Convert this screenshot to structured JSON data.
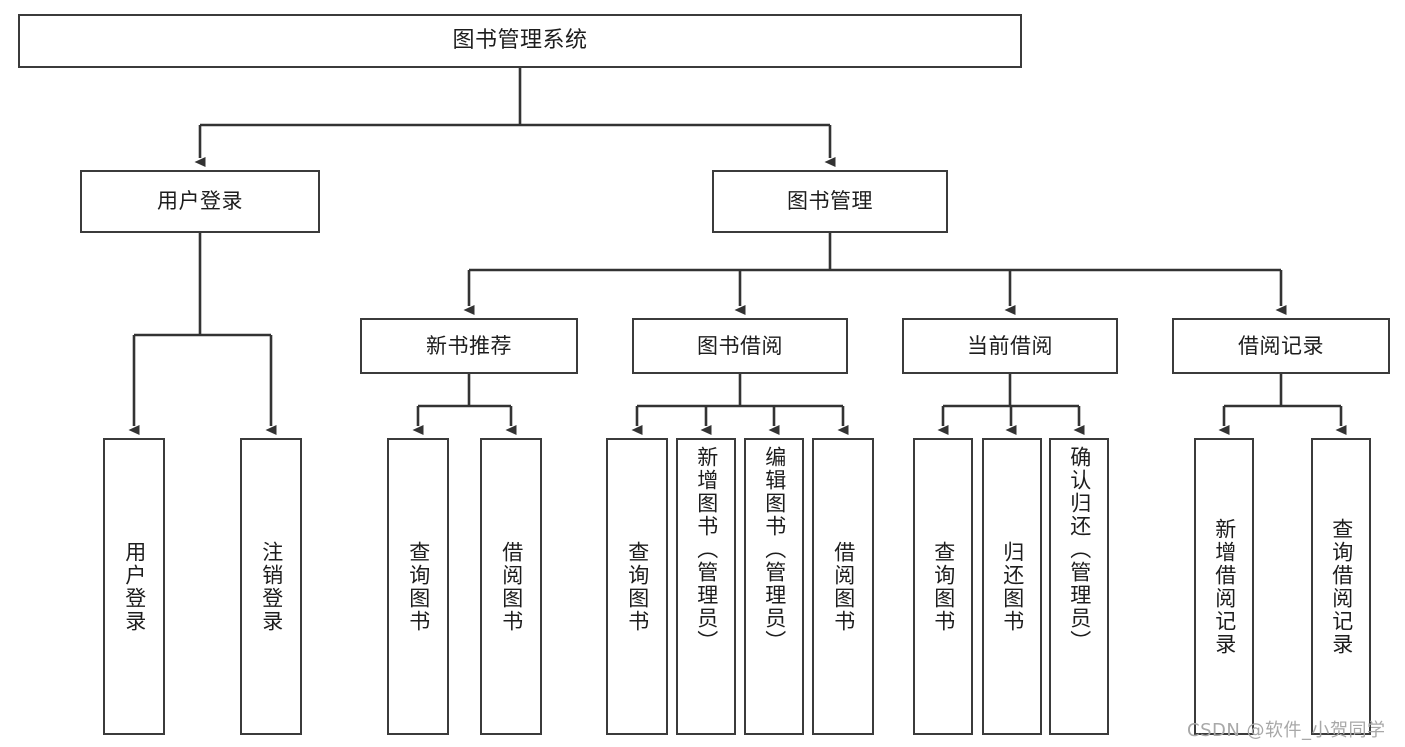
{
  "diagram": {
    "type": "tree",
    "title": "图书管理系统",
    "root": {
      "label": "图书管理系统"
    },
    "level2": [
      {
        "label": "用户登录"
      },
      {
        "label": "图书管理"
      }
    ],
    "level3": [
      {
        "label": "新书推荐"
      },
      {
        "label": "图书借阅"
      },
      {
        "label": "当前借阅"
      },
      {
        "label": "借阅记录"
      }
    ],
    "leaves": {
      "user_login": [
        {
          "label": "用户登录"
        },
        {
          "label": "注销登录"
        }
      ],
      "new_book_recommend": [
        {
          "label": "查询图书"
        },
        {
          "label": "借阅图书"
        }
      ],
      "book_borrow": [
        {
          "label": "查询图书"
        },
        {
          "label": "新增图书（管理员）"
        },
        {
          "label": "编辑图书（管理员）"
        },
        {
          "label": "借阅图书"
        }
      ],
      "current_borrow": [
        {
          "label": "查询图书"
        },
        {
          "label": "归还图书"
        },
        {
          "label": "确认归还（管理员）"
        }
      ],
      "borrow_record": [
        {
          "label": "新增借阅记录"
        },
        {
          "label": "查询借阅记录"
        }
      ]
    }
  },
  "watermark": {
    "text": "CSDN @软件_小贺同学"
  },
  "colors": {
    "box_border": "#3b3b3b",
    "box_fill": "#ffffff",
    "text": "#1d1d1d",
    "connector": "#333333",
    "watermark": "#a8a8a8"
  }
}
